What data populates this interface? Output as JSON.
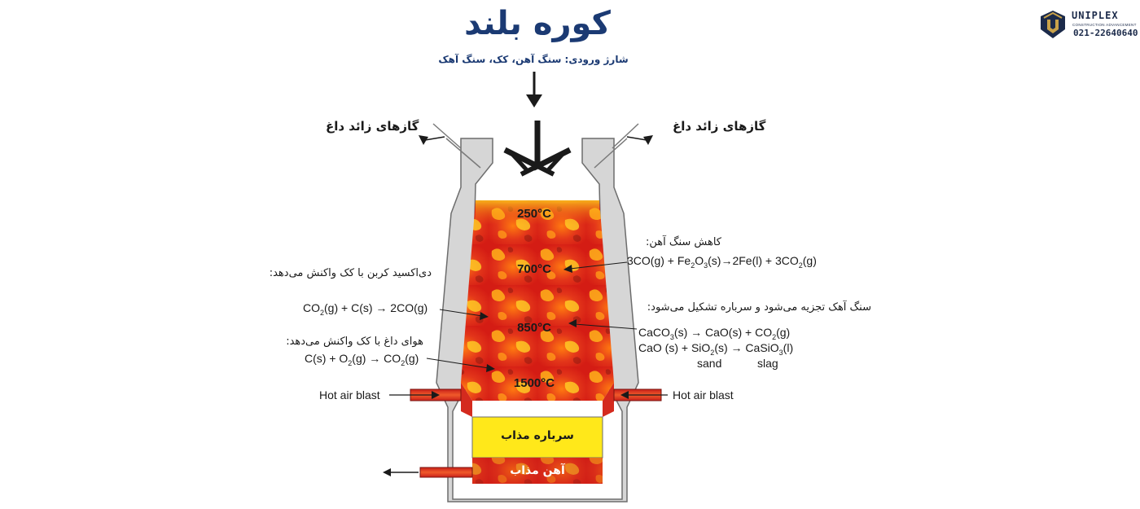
{
  "header": {
    "title": "کوره بلند",
    "subtitle": "شارژ ورودی: سنگ آهن، کک، سنگ آهک"
  },
  "logo": {
    "name": "UNIPLEX",
    "tagline": "CONSTRUCTION ADVANCEMENT",
    "phone": "021-22640640"
  },
  "furnace": {
    "gas_left": "گازهای زائد داغ",
    "gas_right": "گازهای زائد داغ",
    "temperatures": [
      "250°C",
      "700°C",
      "850°C",
      "1500°C"
    ],
    "slag_label": "سرباره مذاب",
    "iron_label": "آهن مذاب",
    "hot_air_left": "Hot air blast",
    "hot_air_right": "Hot air blast"
  },
  "reactions": {
    "ore_reduction": {
      "caption": "کاهش سنگ آهن:",
      "equation": "3CO(g) + Fe2O3(s) → 2Fe(l) + 3CO2(g)"
    },
    "co2_coke": {
      "caption": "دی‌اکسید کربن با کک واکنش می‌دهد:",
      "equation": "CO2(g) + C(s) → 2CO(g)"
    },
    "hot_air_coke": {
      "caption": "هوای داغ با کک واکنش می‌دهد:",
      "equation": "C(s) + O2(g) → CO2(g)"
    },
    "limestone": {
      "caption": "سنگ آهک تجزیه می‌شود و سرباره تشکیل می‌شود:",
      "equation1": "CaCO3(s) → CaO(s) + CO2(g)",
      "equation2": "CaO (s) + SiO2(s) → CaSiO3(l)",
      "under_sio2": "sand",
      "under_casio3": "slag"
    }
  },
  "colors": {
    "title_blue": "#1b3a73",
    "wall_gray": "#d6d6d6",
    "fire_red": "#e0261a",
    "fire_yellow": "#ffd21c",
    "slag_yellow": "#ffe81a",
    "iron_red": "#d42a1e"
  }
}
